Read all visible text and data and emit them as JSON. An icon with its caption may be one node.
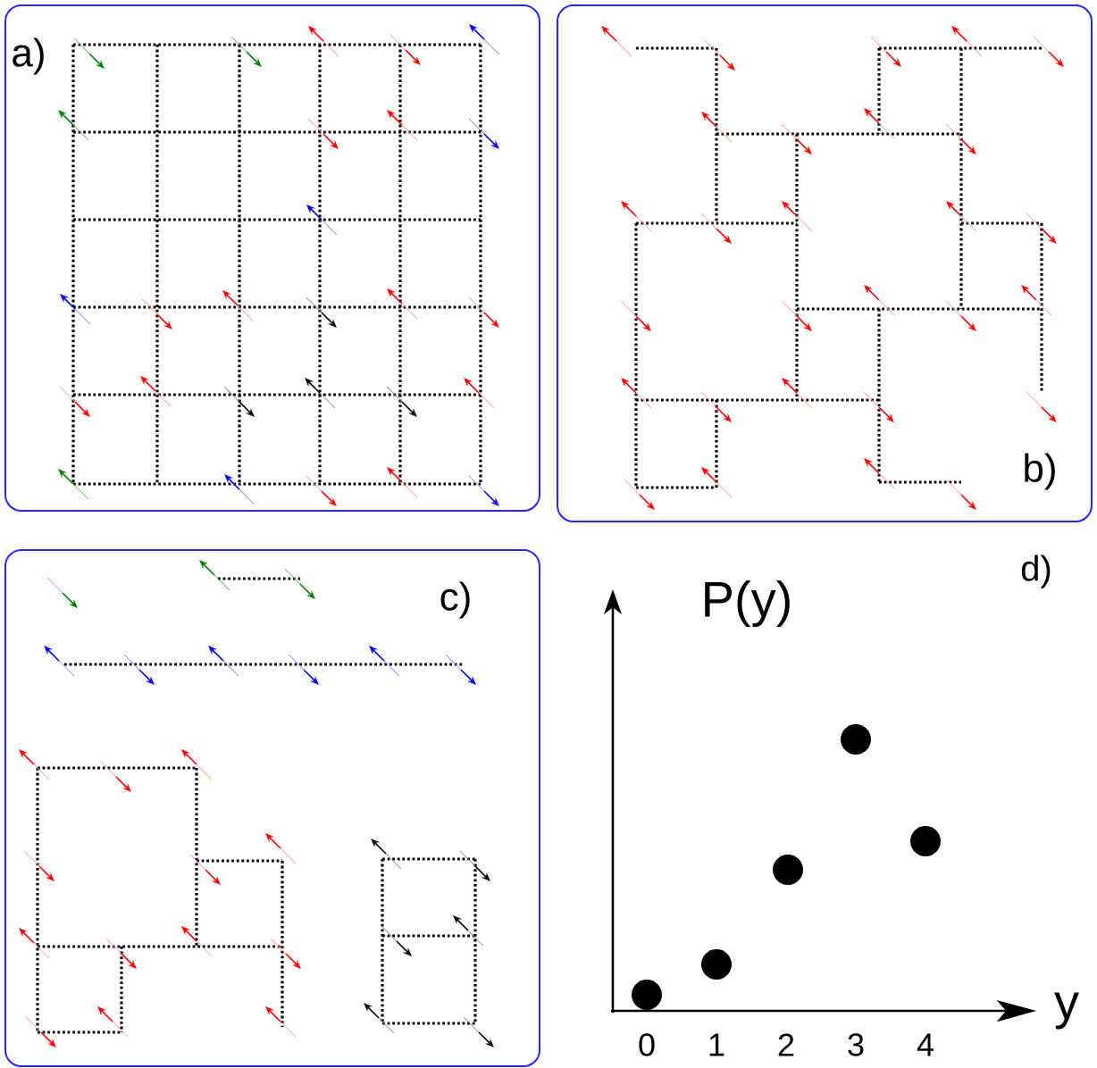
{
  "diagram": {
    "nodes": [
      {
        "text": [
          "a)"
        ]
      },
      {
        "text": [
          "b)"
        ]
      },
      {
        "text": [
          "c)"
        ]
      }
    ],
    "labels": [
      "d)",
      "P(y)",
      "y",
      "0",
      "1",
      "2",
      "3",
      "4"
    ]
  }
}
